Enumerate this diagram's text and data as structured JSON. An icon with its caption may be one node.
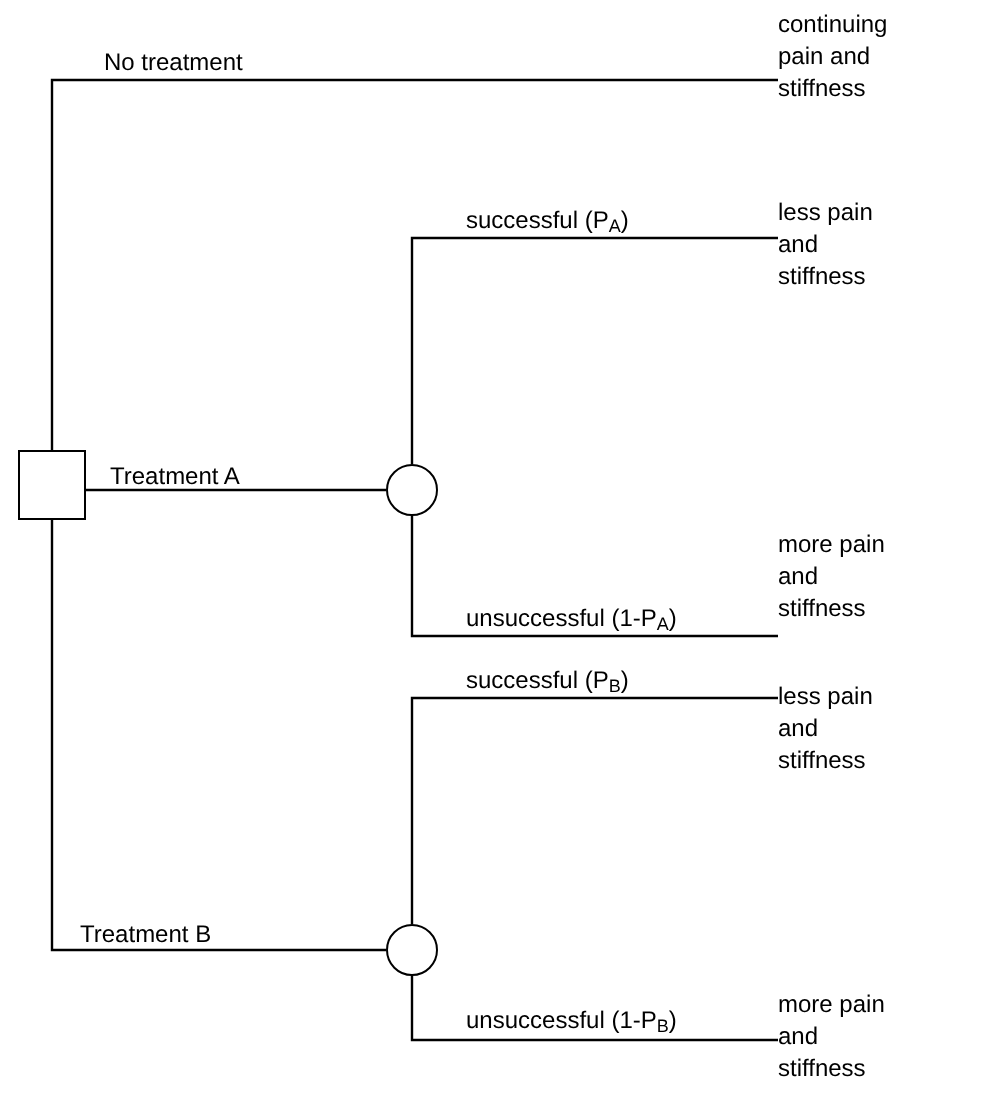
{
  "diagram": {
    "nodes": [
      {
        "text": [],
        "shape": "box"
      },
      {
        "text": [],
        "shape": "circle"
      },
      {
        "text": [],
        "shape": "circle"
      },
      {
        "text": [
          "continuing pain and stiffness"
        ]
      },
      {
        "text": [
          "less pain and stiffness"
        ]
      },
      {
        "text": [
          "more pain and stiffness"
        ]
      },
      {
        "text": [
          "less pain and stiffness"
        ]
      },
      {
        "text": [
          "more pain and stiffness"
        ]
      }
    ],
    "edges": [
      {
        "from": 0,
        "to": 3,
        "arrow": "none",
        "label": "No treatment"
      },
      {
        "from": 0,
        "to": 1,
        "arrow": "none",
        "label": "Treatment A"
      },
      {
        "from": 0,
        "to": 2,
        "arrow": "none",
        "label": "Treatment B"
      },
      {
        "from": 1,
        "to": 4,
        "arrow": "none",
        "label": "successful (P$_{A}$)"
      },
      {
        "from": 1,
        "to": 5,
        "arrow": "none",
        "label": "unsuccessful (1-P$_{A}$)"
      },
      {
        "from": 2,
        "to": 6,
        "arrow": "none",
        "label": "successful (P$_{B}$)"
      },
      {
        "from": 2,
        "to": 7,
        "arrow": "none",
        "label": "unsuccessful (1-P$_{B}$)"
      }
    ]
  }
}
